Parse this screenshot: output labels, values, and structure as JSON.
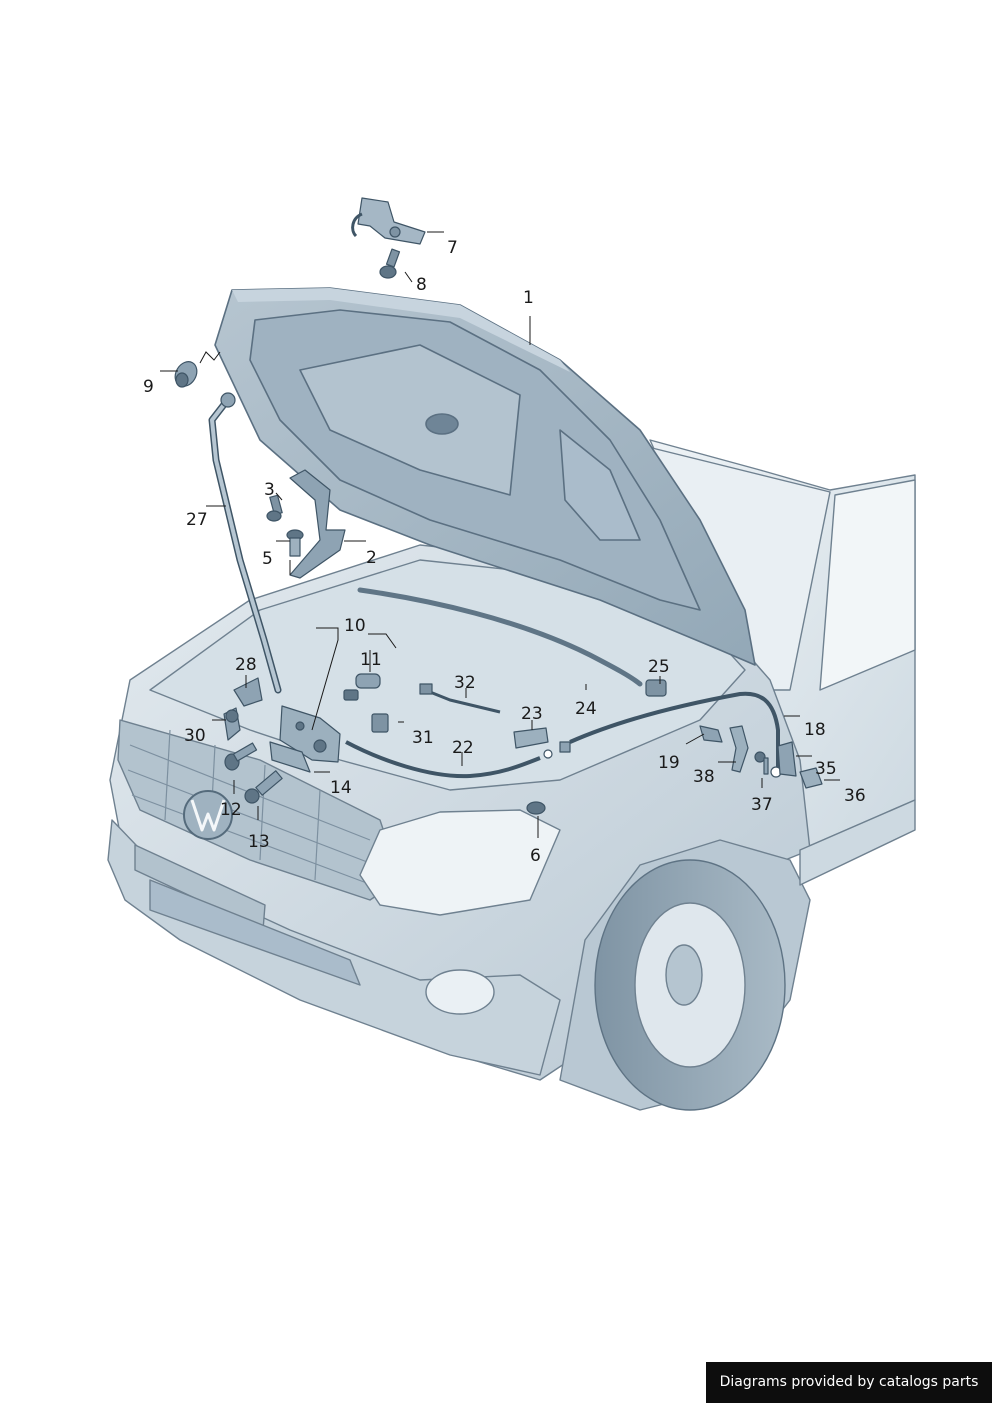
{
  "diagram": {
    "callouts": [
      {
        "id": "1",
        "label": "1"
      },
      {
        "id": "2",
        "label": "2"
      },
      {
        "id": "3",
        "label": "3"
      },
      {
        "id": "5",
        "label": "5"
      },
      {
        "id": "6",
        "label": "6"
      },
      {
        "id": "7",
        "label": "7"
      },
      {
        "id": "8",
        "label": "8"
      },
      {
        "id": "9",
        "label": "9"
      },
      {
        "id": "10",
        "label": "10"
      },
      {
        "id": "11",
        "label": "11"
      },
      {
        "id": "12",
        "label": "12"
      },
      {
        "id": "13",
        "label": "13"
      },
      {
        "id": "14",
        "label": "14"
      },
      {
        "id": "18",
        "label": "18"
      },
      {
        "id": "19",
        "label": "19"
      },
      {
        "id": "22",
        "label": "22"
      },
      {
        "id": "23",
        "label": "23"
      },
      {
        "id": "24",
        "label": "24"
      },
      {
        "id": "25",
        "label": "25"
      },
      {
        "id": "27",
        "label": "27"
      },
      {
        "id": "28",
        "label": "28"
      },
      {
        "id": "30",
        "label": "30"
      },
      {
        "id": "31",
        "label": "31"
      },
      {
        "id": "32",
        "label": "32"
      },
      {
        "id": "35",
        "label": "35"
      },
      {
        "id": "36",
        "label": "36"
      },
      {
        "id": "37",
        "label": "37"
      },
      {
        "id": "38",
        "label": "38"
      }
    ]
  },
  "footer": {
    "text": "Diagrams provided by catalogs parts"
  },
  "colors": {
    "body_fill": "#c9d6df",
    "body_fill_light": "#dde6ec",
    "body_stroke": "#6f8190",
    "hood_fill": "#a8b9c6",
    "hood_fill_dark": "#8ea3b3",
    "part_fill": "#8fa3b3",
    "part_dark": "#3f5566",
    "leader": "#1a1a1a",
    "footer_bg": "#0d0d0d"
  }
}
